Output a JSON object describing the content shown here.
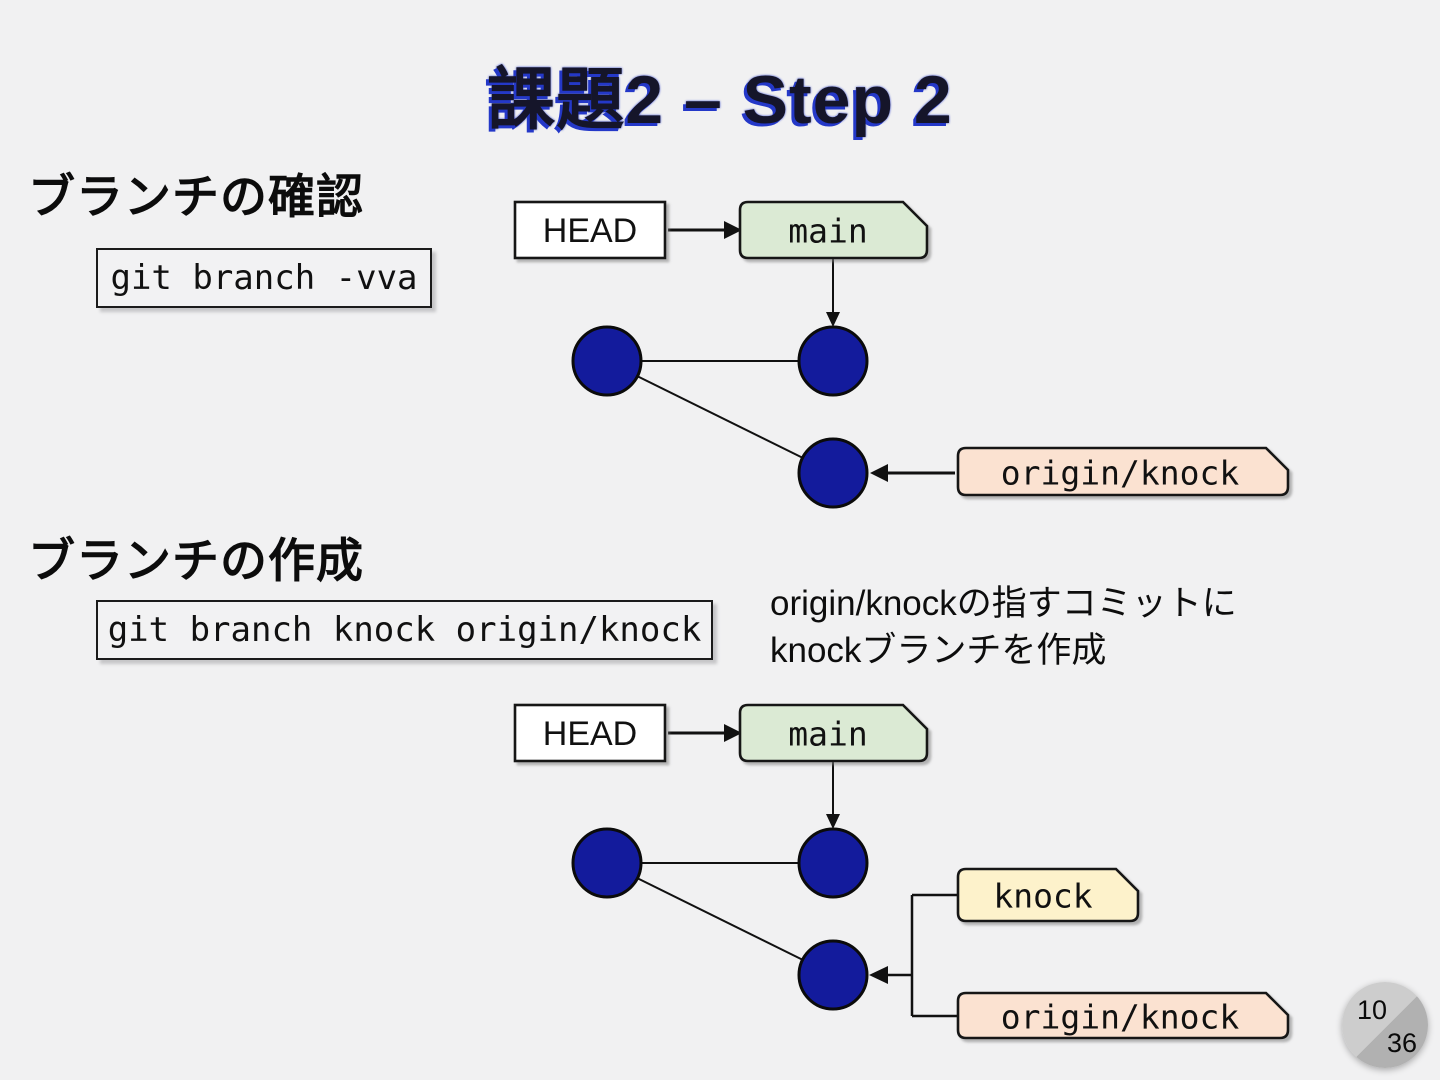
{
  "title": {
    "text": "課題2 – Step 2"
  },
  "sections": {
    "check": {
      "heading": "ブランチの確認",
      "command": "git branch -vva"
    },
    "create": {
      "heading": "ブランチの作成",
      "command": "git branch knock origin/knock",
      "note1": "origin/knockの指すコミットに",
      "note2": "knockブランチを作成"
    }
  },
  "diagrams": {
    "top": {
      "head": "HEAD",
      "main": "main",
      "origin": "origin/knock"
    },
    "bottom": {
      "head": "HEAD",
      "main": "main",
      "knock": "knock",
      "origin": "origin/knock"
    }
  },
  "page_number": {
    "current": "10",
    "total": "36"
  },
  "colors": {
    "background": "#f1f1f2",
    "title_text": "#15152a",
    "title_shadow": "#2438c8",
    "head_fill": "#ffffff",
    "main_fill": "#dbead4",
    "knock_fill": "#fdf2cb",
    "origin_fill": "#fbe2d1",
    "commit_fill": "#131b9c",
    "badge_light": "#cdcdcd",
    "badge_dark": "#b1b1b1"
  }
}
